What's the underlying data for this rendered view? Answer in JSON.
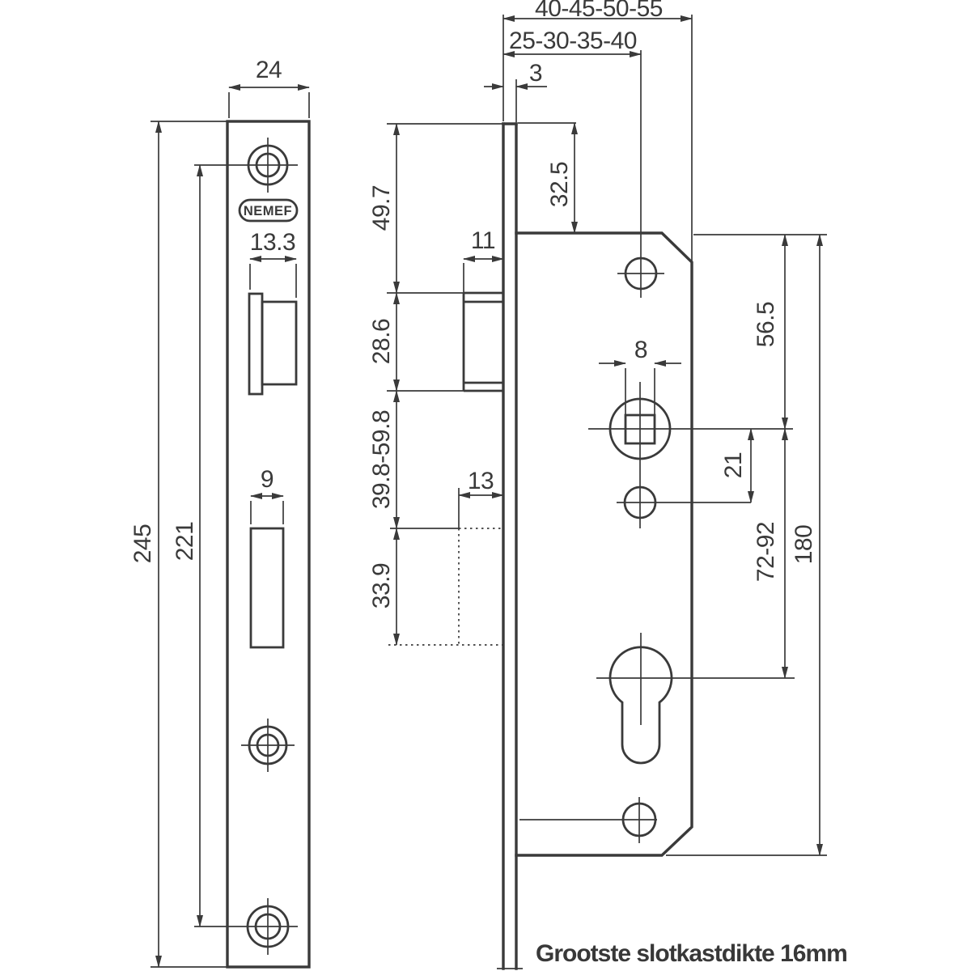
{
  "drawing": {
    "brand_label": "NEMEF",
    "note": "Grootste slotkastdikte 16mm",
    "colors": {
      "line": "#3a3a3a",
      "text": "#383838",
      "background": "#ffffff"
    },
    "front_view": {
      "dims": {
        "faceplate_width": "24",
        "faceplate_height": "245",
        "screw_hole_spacing": "221",
        "latch_cutout_width": "13.3",
        "deadbolt_cutout_width": "9"
      }
    },
    "side_view": {
      "dims": {
        "faceplate_thickness": "3",
        "top_to_latch": "49.7",
        "latch_height": "28.6",
        "latch_projection": "11",
        "latch_to_deadbolt_range": "39.8-59.8",
        "deadbolt_projection": "13",
        "deadbolt_height": "33.9"
      }
    },
    "case_view": {
      "dims": {
        "case_depth_options": "40-45-50-55",
        "backset_options": "25-30-35-40",
        "top_offset": "32.5",
        "spindle_square": "8",
        "top_to_spindle": "56.5",
        "spindle_to_hole": "21",
        "spindle_to_cylinder_range": "72-92",
        "case_height": "180"
      }
    }
  }
}
